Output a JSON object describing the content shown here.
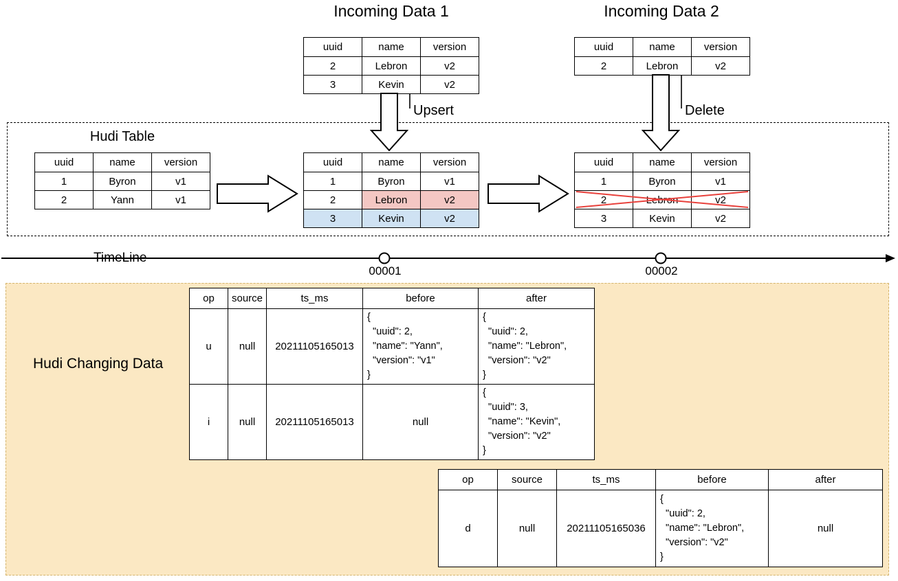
{
  "diagram": {
    "incoming1_title": "Incoming Data 1",
    "incoming2_title": "Incoming Data 2",
    "hudi_table_title": "Hudi Table",
    "upsert_label": "Upsert",
    "delete_label": "Delete",
    "timeline_label": "TimeLine",
    "changing_data_label": "Hudi Changing Data",
    "colors": {
      "updated_row": "#f4c7c3",
      "inserted_row": "#cfe2f3",
      "deleted_mark": "#e8413c",
      "changing_data_bg": "#fbe8c3",
      "changing_data_border": "#d4b36a"
    }
  },
  "record_header": [
    "uuid",
    "name",
    "version"
  ],
  "incoming1_rows": [
    [
      "2",
      "Lebron",
      "v2"
    ],
    [
      "3",
      "Kevin",
      "v2"
    ]
  ],
  "incoming2_rows": [
    [
      "2",
      "Lebron",
      "v2"
    ]
  ],
  "hudi_before_rows": [
    [
      "1",
      "Byron",
      "v1"
    ],
    [
      "2",
      "Yann",
      "v1"
    ]
  ],
  "hudi_after_upsert_rows": [
    [
      "1",
      "Byron",
      "v1"
    ],
    [
      "2",
      "Lebron",
      "v2"
    ],
    [
      "3",
      "Kevin",
      "v2"
    ]
  ],
  "hudi_after_delete_rows": [
    [
      "1",
      "Byron",
      "v1"
    ],
    [
      "2",
      "Lebron",
      "v2"
    ],
    [
      "3",
      "Kevin",
      "v2"
    ]
  ],
  "timeline": {
    "ticks": [
      "00001",
      "00002"
    ]
  },
  "cdc_header": [
    "op",
    "source",
    "ts_ms",
    "before",
    "after"
  ],
  "cdc_table_1": [
    {
      "op": "u",
      "source": "null",
      "ts_ms": "20211105165013",
      "before": "{\n  \"uuid\": 2,\n  \"name\": \"Yann\",\n  \"version\": \"v1\"\n}",
      "after": "{\n  \"uuid\": 2,\n  \"name\": \"Lebron\",\n  \"version\": \"v2\"\n}"
    },
    {
      "op": "i",
      "source": "null",
      "ts_ms": "20211105165013",
      "before": "null",
      "after": "{\n  \"uuid\": 3,\n  \"name\": \"Kevin\",\n  \"version\": \"v2\"\n}"
    }
  ],
  "cdc_table_2": [
    {
      "op": "d",
      "source": "null",
      "ts_ms": "20211105165036",
      "before": "{\n  \"uuid\": 2,\n  \"name\": \"Lebron\",\n  \"version\": \"v2\"\n}",
      "after": "null"
    }
  ]
}
